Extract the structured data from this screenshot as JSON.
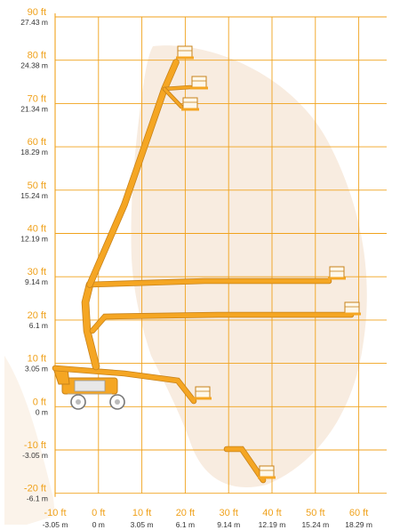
{
  "colors": {
    "grid": "#f0a21c",
    "label_ft": "#f0a21c",
    "label_m": "#333333",
    "envelope": "#f8ece0",
    "boom": "#f5a623",
    "boom_stroke": "#c7821a",
    "machine": "#f5a623"
  },
  "y_labels": [
    {
      "ft": "90 ft",
      "m": "27.43 m"
    },
    {
      "ft": "80 ft",
      "m": "24.38 m"
    },
    {
      "ft": "70 ft",
      "m": "21.34 m"
    },
    {
      "ft": "60 ft",
      "m": "18.29 m"
    },
    {
      "ft": "50 ft",
      "m": "15.24 m"
    },
    {
      "ft": "40 ft",
      "m": "12.19 m"
    },
    {
      "ft": "30 ft",
      "m": "9.14 m"
    },
    {
      "ft": "20 ft",
      "m": "6.1 m"
    },
    {
      "ft": "10 ft",
      "m": "3.05 m"
    },
    {
      "ft": "0 ft",
      "m": "0 m"
    },
    {
      "ft": "-10 ft",
      "m": "-3.05 m"
    },
    {
      "ft": "-20 ft",
      "m": "-6.1 m"
    }
  ],
  "x_labels": [
    {
      "ft": "-10 ft",
      "m": "-3.05 m"
    },
    {
      "ft": "0 ft",
      "m": "0 m"
    },
    {
      "ft": "10 ft",
      "m": "3.05 m"
    },
    {
      "ft": "20 ft",
      "m": "6.1 m"
    },
    {
      "ft": "30 ft",
      "m": "9.14 m"
    },
    {
      "ft": "40 ft",
      "m": "12.19 m"
    },
    {
      "ft": "50 ft",
      "m": "15.24 m"
    },
    {
      "ft": "60 ft",
      "m": "18.29 m"
    }
  ],
  "y_range_ft": [
    -20,
    90
  ],
  "x_range_ft": [
    -10,
    60
  ]
}
